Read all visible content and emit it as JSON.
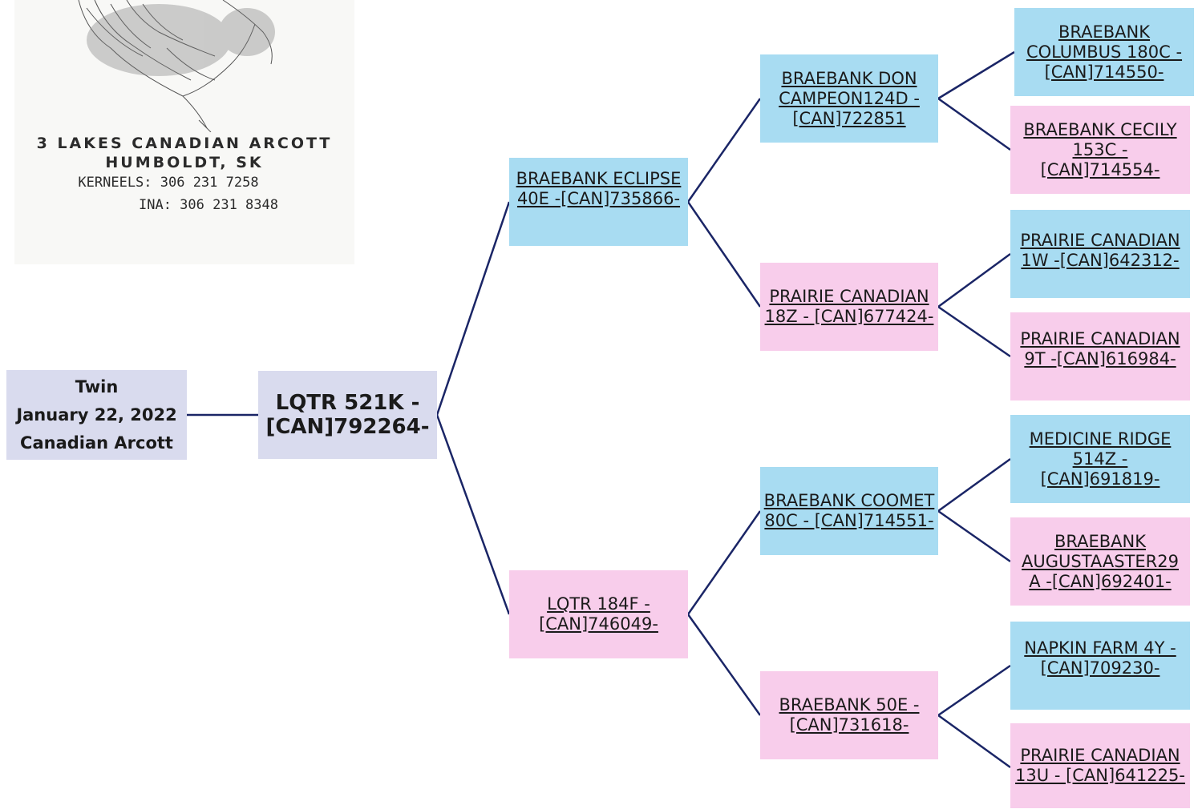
{
  "logo": {
    "line1": "3 LAKES CANADIAN ARCOTT",
    "line2": "HUMBOLDT, SK",
    "line3": "KERNEELS: 306 231 7258",
    "line4": "INA: 306 231 8348"
  },
  "subject": {
    "line1": "Twin",
    "line2": "January 22, 2022",
    "line3": "Canadian Arcott"
  },
  "root": {
    "label": "LQTR 521K - [CAN]792264-"
  },
  "sire": {
    "label": "BRAEBANK ECLIPSE 40E -[CAN]735866-"
  },
  "dam": {
    "label": "LQTR 184F - [CAN]746049-"
  },
  "sire_sire": {
    "label": "BRAEBANK DON CAMPEON124D - [CAN]722851"
  },
  "sire_dam": {
    "label": "PRAIRIE CANADIAN 18Z - [CAN]677424-"
  },
  "dam_sire": {
    "label": "BRAEBANK COOMET 80C - [CAN]714551-"
  },
  "dam_dam": {
    "label": "BRAEBANK 50E - [CAN]731618-"
  },
  "ggp": {
    "ss_s": {
      "label": "BRAEBANK COLUMBUS 180C - [CAN]714550-"
    },
    "ss_d": {
      "label": "BRAEBANK CECILY 153C - [CAN]714554-"
    },
    "sd_s": {
      "label": "PRAIRIE CANADIAN 1W -[CAN]642312-"
    },
    "sd_d": {
      "label": "PRAIRIE CANADIAN 9T -[CAN]616984-"
    },
    "ds_s": {
      "label": "MEDICINE RIDGE 514Z - [CAN]691819-"
    },
    "ds_d": {
      "label": "BRAEBANK AUGUSTAASTER29 A -[CAN]692401-"
    },
    "dd_s": {
      "label": "NAPKIN FARM 4Y - [CAN]709230-"
    },
    "dd_d": {
      "label": "PRAIRIE CANADIAN 13U - [CAN]641225-"
    }
  },
  "colors": {
    "male": "#a8dcf2",
    "female": "#f8cdeb",
    "subject": "#d9dbee",
    "connector": "#1a2566"
  }
}
